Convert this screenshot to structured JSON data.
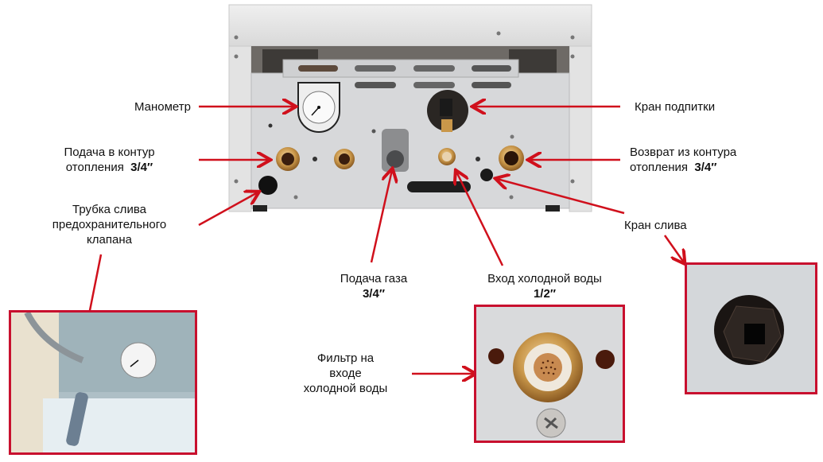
{
  "labels": {
    "manometer": "Манометр",
    "supply_heating_l1": "Подача в контур",
    "supply_heating_l2": "отопления",
    "supply_heating_size": "3/4″",
    "drain_tube_l1": "Трубка слива",
    "drain_tube_l2": "предохранительного",
    "drain_tube_l3": "клапана",
    "gas_supply": "Подача газа",
    "gas_supply_size": "3/4″",
    "cold_water_in": "Вход холодной воды",
    "cold_water_in_size": "1/2″",
    "filter_l1": "Фильтр  на",
    "filter_l2": "входе",
    "filter_l3": "холодной воды",
    "fill_valve": "Кран подпитки",
    "return_heating_l1": "Возврат из контура",
    "return_heating_l2": "отопления",
    "return_heating_size": "3/4″",
    "drain_valve": "Кран слива"
  },
  "colors": {
    "arrow": "#d0101c",
    "frame": "#c8102e",
    "panel": "#d7d8da",
    "casing": "#e6e6e6",
    "brass": "#c9974a"
  }
}
